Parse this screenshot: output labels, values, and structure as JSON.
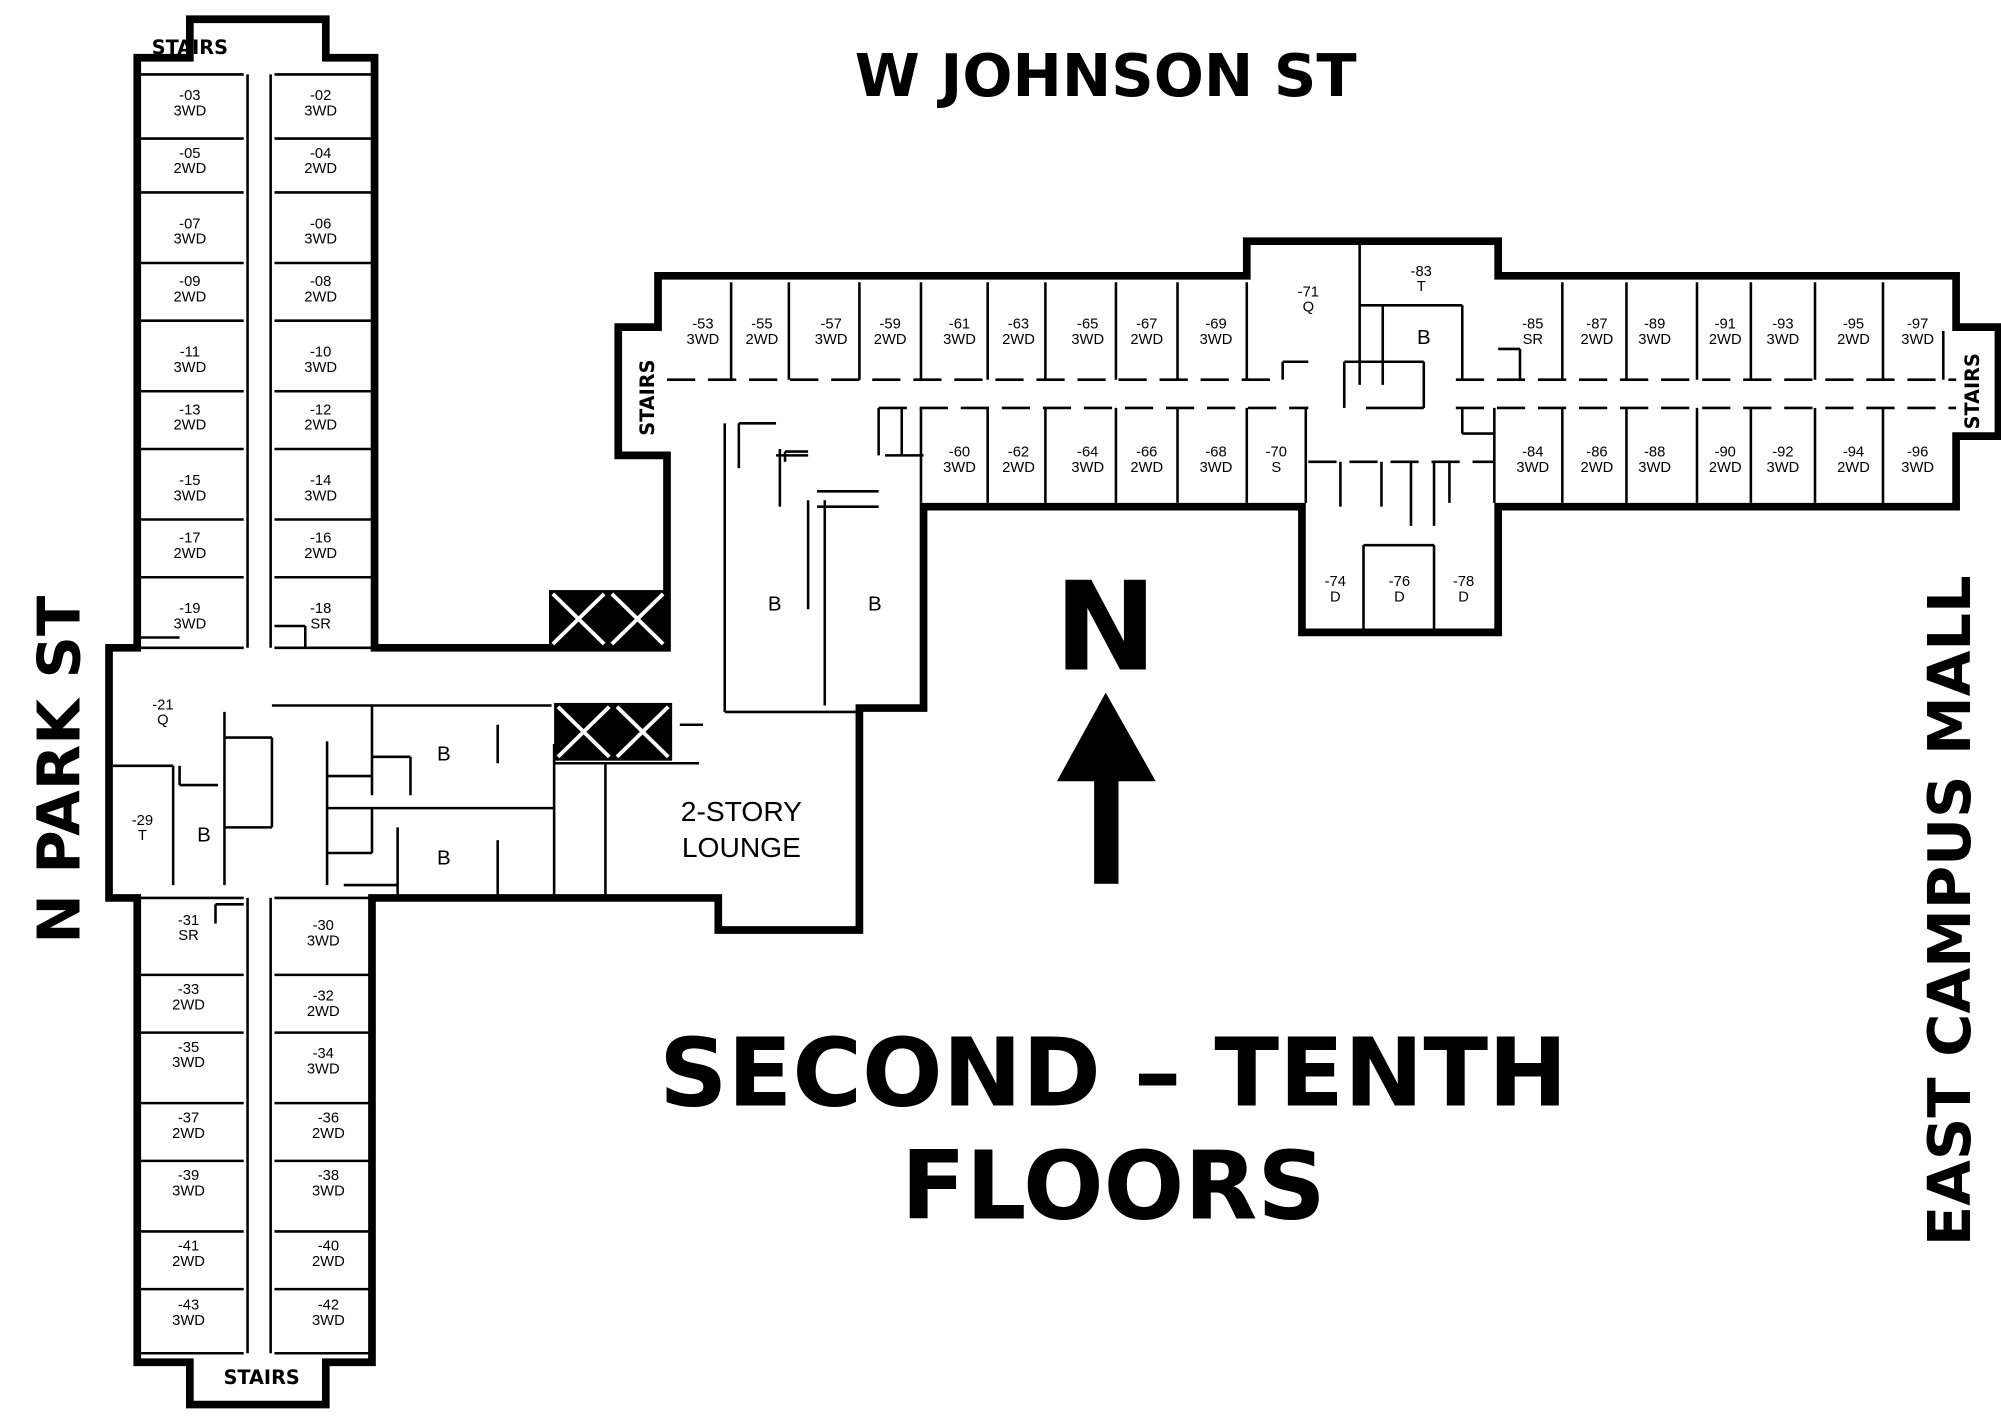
{
  "title": {
    "line1": "SECOND – TENTH",
    "line2": "FLOORS"
  },
  "streets": {
    "north": "W JOHNSON ST",
    "west": "N PARK ST",
    "east": "EAST CAMPUS MALL"
  },
  "compass": {
    "letter": "N",
    "icon": "north-arrow-icon"
  },
  "stairs_label": "STAIRS",
  "lounge": {
    "line1": "2-STORY",
    "line2": "LOUNGE"
  },
  "bathroom_label": "B",
  "rooms": [
    {
      "number": "-03",
      "type": "3WD"
    },
    {
      "number": "-05",
      "type": "2WD"
    },
    {
      "number": "-07",
      "type": "3WD"
    },
    {
      "number": "-09",
      "type": "2WD"
    },
    {
      "number": "-11",
      "type": "3WD"
    },
    {
      "number": "-13",
      "type": "2WD"
    },
    {
      "number": "-15",
      "type": "3WD"
    },
    {
      "number": "-17",
      "type": "2WD"
    },
    {
      "number": "-19",
      "type": "3WD"
    },
    {
      "number": "-02",
      "type": "3WD"
    },
    {
      "number": "-04",
      "type": "2WD"
    },
    {
      "number": "-06",
      "type": "3WD"
    },
    {
      "number": "-08",
      "type": "2WD"
    },
    {
      "number": "-10",
      "type": "3WD"
    },
    {
      "number": "-12",
      "type": "2WD"
    },
    {
      "number": "-14",
      "type": "3WD"
    },
    {
      "number": "-16",
      "type": "2WD"
    },
    {
      "number": "-18",
      "type": "SR"
    },
    {
      "number": "-21",
      "type": "Q"
    },
    {
      "number": "-29",
      "type": "T"
    },
    {
      "number": "-31",
      "type": "SR"
    },
    {
      "number": "-33",
      "type": "2WD"
    },
    {
      "number": "-35",
      "type": "3WD"
    },
    {
      "number": "-37",
      "type": "2WD"
    },
    {
      "number": "-39",
      "type": "3WD"
    },
    {
      "number": "-41",
      "type": "2WD"
    },
    {
      "number": "-43",
      "type": "3WD"
    },
    {
      "number": "-30",
      "type": "3WD"
    },
    {
      "number": "-32",
      "type": "2WD"
    },
    {
      "number": "-34",
      "type": "3WD"
    },
    {
      "number": "-36",
      "type": "2WD"
    },
    {
      "number": "-38",
      "type": "3WD"
    },
    {
      "number": "-40",
      "type": "2WD"
    },
    {
      "number": "-42",
      "type": "3WD"
    },
    {
      "number": "-53",
      "type": "3WD"
    },
    {
      "number": "-55",
      "type": "2WD"
    },
    {
      "number": "-57",
      "type": "3WD"
    },
    {
      "number": "-59",
      "type": "2WD"
    },
    {
      "number": "-61",
      "type": "3WD"
    },
    {
      "number": "-63",
      "type": "2WD"
    },
    {
      "number": "-65",
      "type": "3WD"
    },
    {
      "number": "-67",
      "type": "2WD"
    },
    {
      "number": "-69",
      "type": "3WD"
    },
    {
      "number": "-71",
      "type": "Q"
    },
    {
      "number": "-83",
      "type": "T"
    },
    {
      "number": "-85",
      "type": "SR"
    },
    {
      "number": "-87",
      "type": "2WD"
    },
    {
      "number": "-89",
      "type": "3WD"
    },
    {
      "number": "-91",
      "type": "2WD"
    },
    {
      "number": "-93",
      "type": "3WD"
    },
    {
      "number": "-95",
      "type": "2WD"
    },
    {
      "number": "-97",
      "type": "3WD"
    },
    {
      "number": "-60",
      "type": "3WD"
    },
    {
      "number": "-62",
      "type": "2WD"
    },
    {
      "number": "-64",
      "type": "3WD"
    },
    {
      "number": "-66",
      "type": "2WD"
    },
    {
      "number": "-68",
      "type": "3WD"
    },
    {
      "number": "-70",
      "type": "S"
    },
    {
      "number": "-84",
      "type": "3WD"
    },
    {
      "number": "-86",
      "type": "2WD"
    },
    {
      "number": "-88",
      "type": "3WD"
    },
    {
      "number": "-90",
      "type": "2WD"
    },
    {
      "number": "-92",
      "type": "3WD"
    },
    {
      "number": "-94",
      "type": "2WD"
    },
    {
      "number": "-96",
      "type": "3WD"
    },
    {
      "number": "-74",
      "type": "D"
    },
    {
      "number": "-76",
      "type": "D"
    },
    {
      "number": "-78",
      "type": "D"
    }
  ]
}
